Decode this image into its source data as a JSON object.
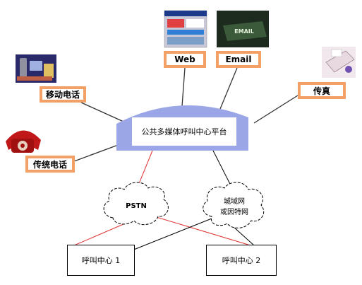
{
  "platform": {
    "label": "公共多媒体呼叫中心平台"
  },
  "channels": {
    "mobile": "移动电话",
    "web": "Web",
    "email": "Email",
    "fax": "传真",
    "landline": "传统电话"
  },
  "networks": {
    "pstn": "PSTN",
    "internet_line1": "城域网",
    "internet_line2": "或因特网"
  },
  "centers": {
    "center1": "呼叫中心 1",
    "center2": "呼叫中心 2"
  },
  "thumbnails": {
    "email_screen_text": "EMAIL"
  },
  "colors": {
    "label_border": "#f2a066",
    "platform_fill": "#9aa6e6",
    "pstn_link": "#e03030",
    "internet_link": "#000000"
  }
}
